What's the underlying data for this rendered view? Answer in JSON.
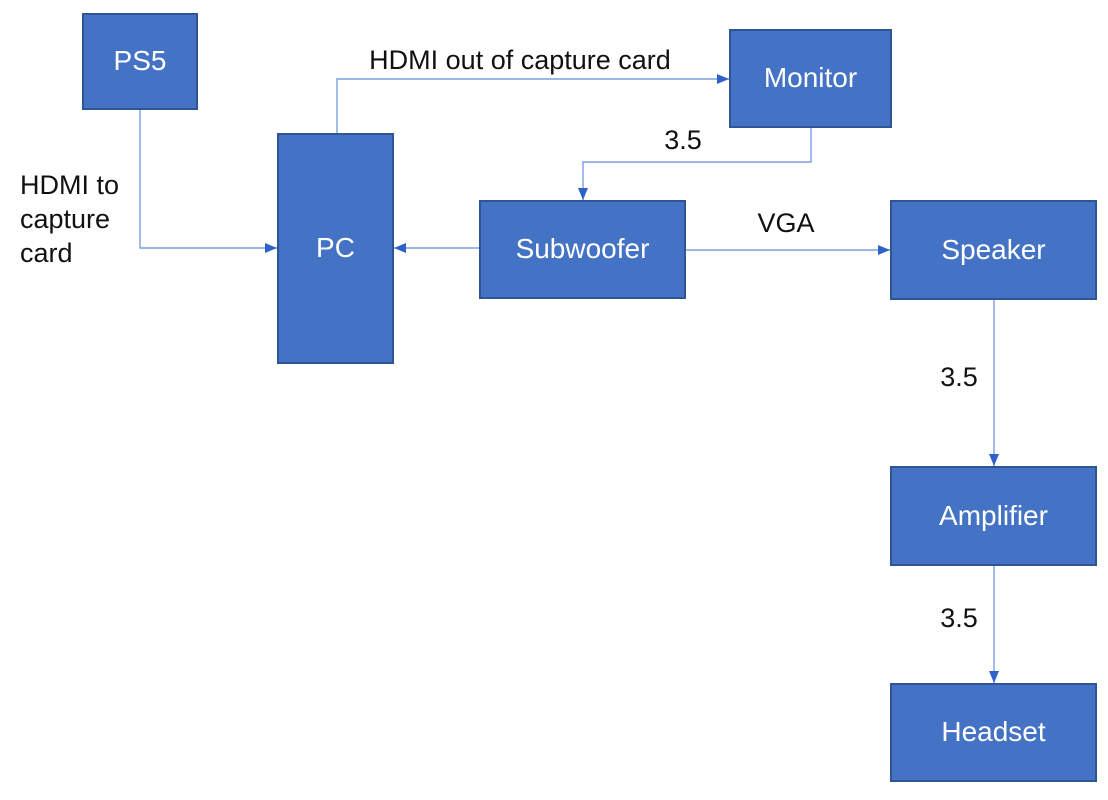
{
  "diagram": {
    "type": "flow-diagram",
    "nodes": [
      {
        "id": "ps5",
        "label": "PS5"
      },
      {
        "id": "pc",
        "label": "PC"
      },
      {
        "id": "monitor",
        "label": "Monitor"
      },
      {
        "id": "subwoofer",
        "label": "Subwoofer"
      },
      {
        "id": "speaker",
        "label": "Speaker"
      },
      {
        "id": "amplifier",
        "label": "Amplifier"
      },
      {
        "id": "headset",
        "label": "Headset"
      }
    ],
    "edges": [
      {
        "from": "PS5",
        "to": "PC",
        "label": "HDMI to capture card"
      },
      {
        "from": "PC",
        "to": "Monitor",
        "label": "HDMI out of capture card"
      },
      {
        "from": "Monitor",
        "to": "Subwoofer",
        "label": "3.5"
      },
      {
        "from": "Subwoofer",
        "to": "PC",
        "label": ""
      },
      {
        "from": "Subwoofer",
        "to": "Speaker",
        "label": "VGA"
      },
      {
        "from": "Speaker",
        "to": "Amplifier",
        "label": "3.5"
      },
      {
        "from": "Amplifier",
        "to": "Headset",
        "label": "3.5"
      }
    ],
    "colors": {
      "node_fill": "#4472C4",
      "node_border": "#2F5597",
      "node_text": "#FFFFFF",
      "connector": "#7D9DDE",
      "arrowhead": "#2F62C9",
      "edge_label_text": "#111111",
      "background": "#FFFFFF"
    }
  }
}
